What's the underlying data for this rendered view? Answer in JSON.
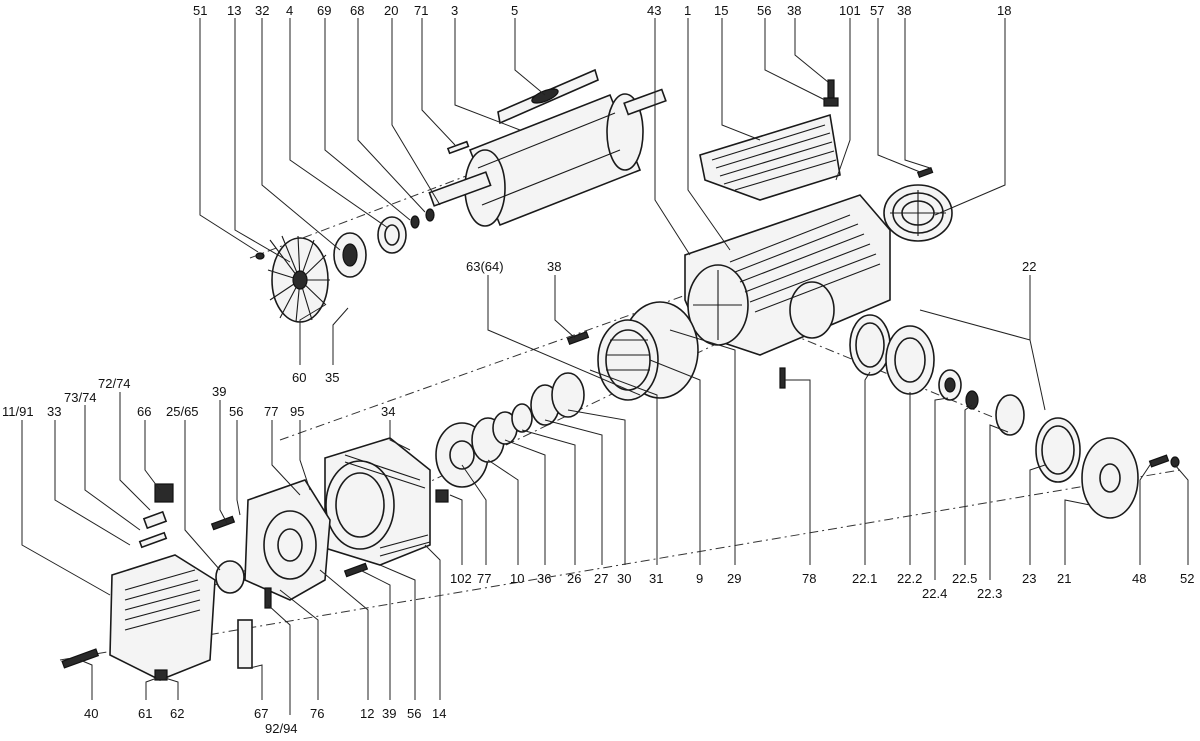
{
  "diagram": {
    "labels": [
      "51",
      "13",
      "32",
      "4",
      "69",
      "68",
      "20",
      "71",
      "3",
      "5",
      "43",
      "1",
      "15",
      "56",
      "38",
      "101",
      "57",
      "38",
      "18",
      "63(64)",
      "38",
      "22",
      "72/74",
      "73/74",
      "33",
      "11/91",
      "66",
      "25/65",
      "39",
      "56",
      "77",
      "95",
      "34",
      "60",
      "35",
      "102",
      "77",
      "10",
      "36",
      "26",
      "27",
      "30",
      "31",
      "9",
      "29",
      "78",
      "22.1",
      "22.2",
      "22.4",
      "22.5",
      "22.3",
      "23",
      "21",
      "48",
      "52",
      "40",
      "61",
      "62",
      "67",
      "92/94",
      "76",
      "12",
      "39",
      "56",
      "14"
    ]
  }
}
